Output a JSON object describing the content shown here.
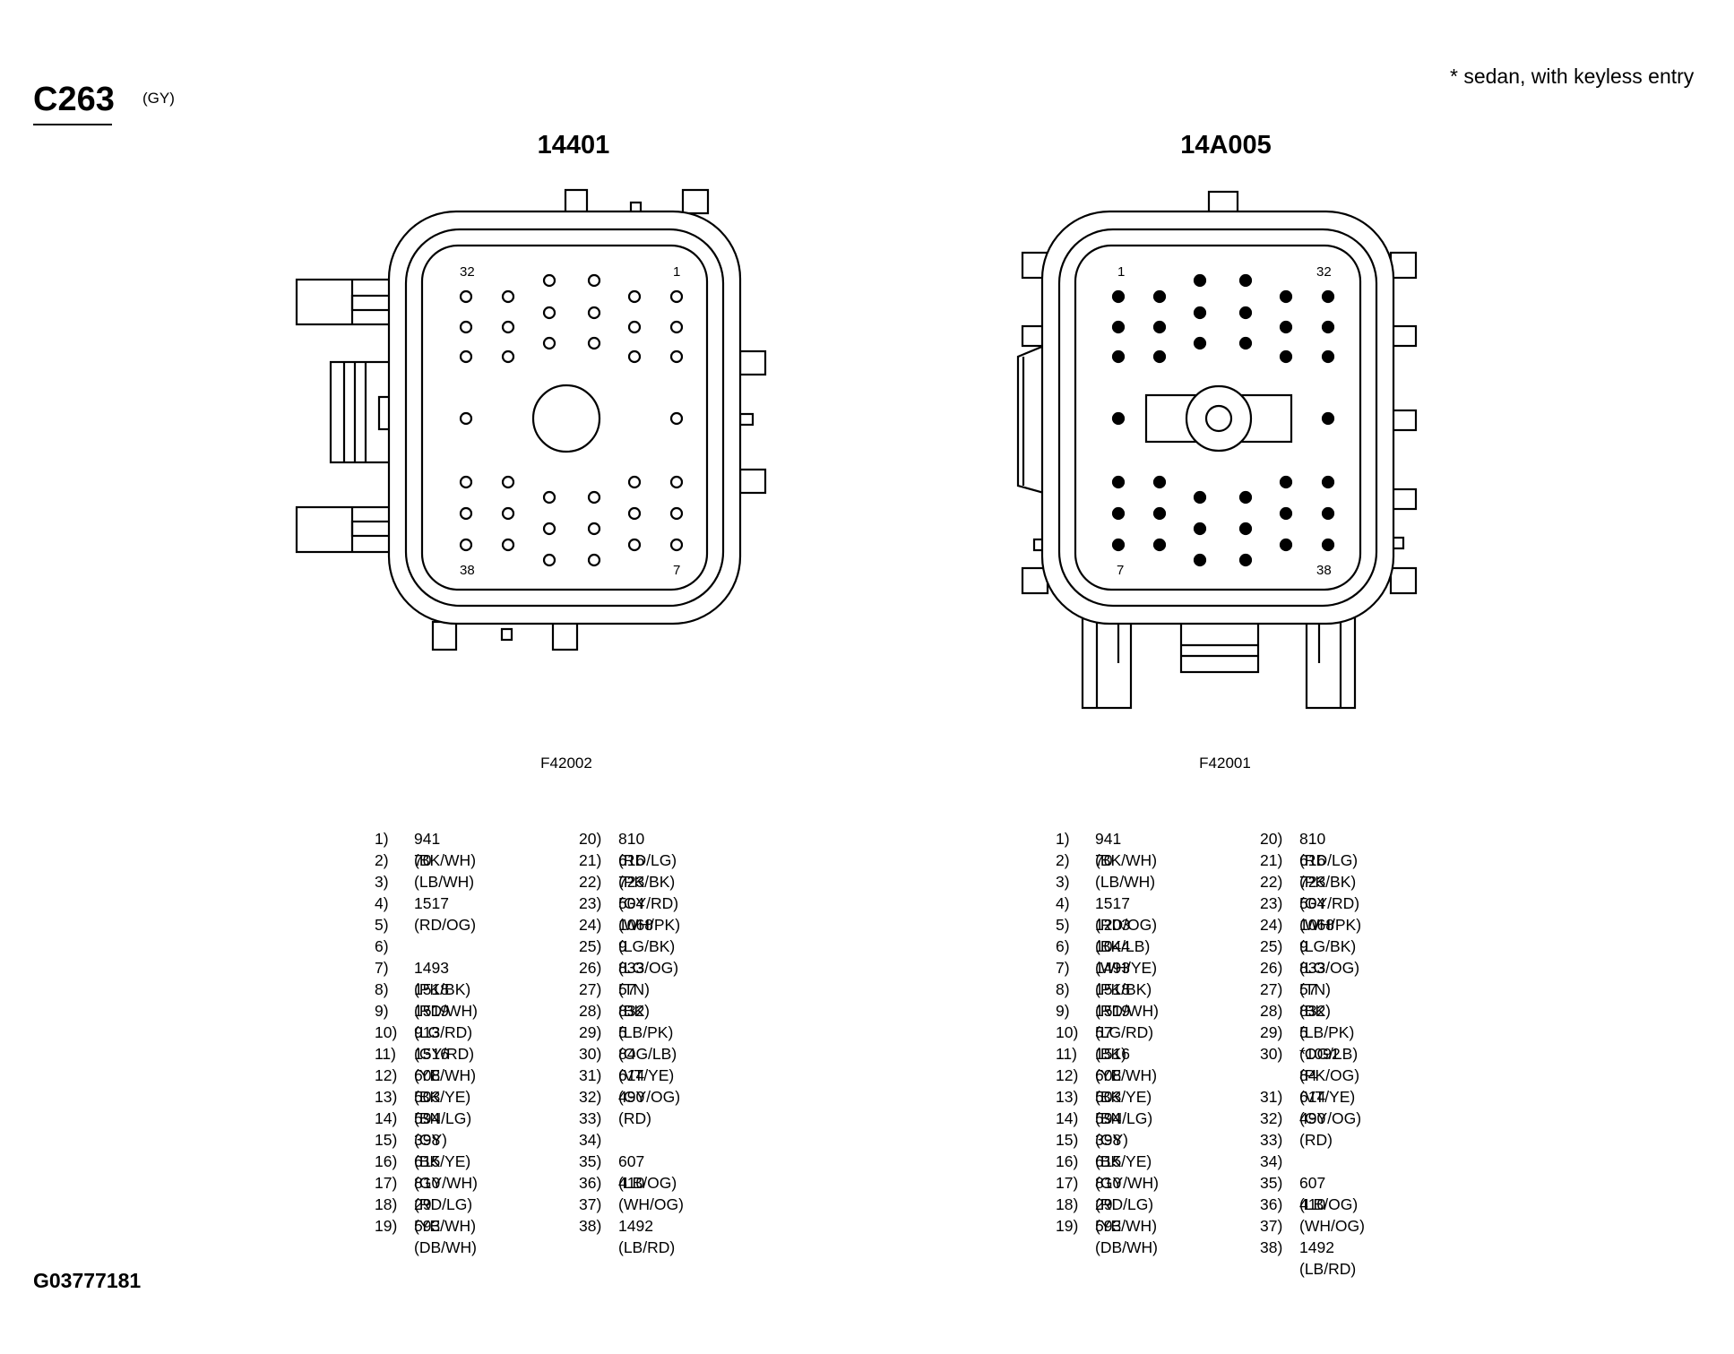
{
  "connector": {
    "id": "C263",
    "color": "(GY)"
  },
  "footnote": "* sedan, with keyless entry",
  "image_id": "G03777181",
  "views": [
    {
      "title": "14401",
      "fig_code": "F42002",
      "pin_label_tl": "32",
      "pin_label_tr": "1",
      "pin_label_bl": "38",
      "pin_label_br": "7",
      "pins_filled": false
    },
    {
      "title": "14A005",
      "fig_code": "F42001",
      "pin_label_tl": "1",
      "pin_label_tr": "32",
      "pin_label_bl": "7",
      "pin_label_br": "38",
      "pins_filled": true
    }
  ],
  "pinouts": [
    {
      "col1": [
        {
          "n": "1)",
          "w": "941 (BK/WH)"
        },
        {
          "n": "2)",
          "w": "70 (LB/WH)"
        },
        {
          "n": "3)",
          "w": ""
        },
        {
          "n": "4)",
          "w": "1517 (RD/OG)"
        },
        {
          "n": "5)",
          "w": ""
        },
        {
          "n": "6)",
          "w": ""
        },
        {
          "n": "7)",
          "w": "1493 (PK/BK)"
        },
        {
          "n": "8)",
          "w": "1518 (RD/WH)"
        },
        {
          "n": "9)",
          "w": "1519 (LG/RD)"
        },
        {
          "n": "10)",
          "w": "913 (GY/RD)"
        },
        {
          "n": "11)",
          "w": "1516 (YE/WH)"
        },
        {
          "n": "12)",
          "w": "608 (BK/YE)"
        },
        {
          "n": "13)",
          "w": "503 (BN/LG)"
        },
        {
          "n": "14)",
          "w": "594 (GY)"
        },
        {
          "n": "15)",
          "w": "398 (BK/YE)"
        },
        {
          "n": "16)",
          "w": "615 (GY/WH)"
        },
        {
          "n": "17)",
          "w": "810 (RD/LG)"
        },
        {
          "n": "18)",
          "w": "29 (YE/WH)"
        },
        {
          "n": "19)",
          "w": "593 (DB/WH)"
        }
      ],
      "col2": [
        {
          "n": "20)",
          "w": "810 (RD/LG)"
        },
        {
          "n": "21)",
          "w": "616 (PK/BK)"
        },
        {
          "n": "22)",
          "w": "723 (GY/RD)"
        },
        {
          "n": "23)",
          "w": "504 (WH/PK)"
        },
        {
          "n": "24)",
          "w": "1068 (LG/BK)"
        },
        {
          "n": "25)",
          "w": "9 (LG/OG)"
        },
        {
          "n": "26)",
          "w": "833 (TN)"
        },
        {
          "n": "27)",
          "w": "57 (BK)"
        },
        {
          "n": "28)",
          "w": "832 (LB/PK)"
        },
        {
          "n": "29)",
          "w": "5 (OG/LB)"
        },
        {
          "n": "30)",
          "w": "84 (VT/YE)"
        },
        {
          "n": "31)",
          "w": "614 (GY/OG)"
        },
        {
          "n": "32)",
          "w": "490 (RD)"
        },
        {
          "n": "33)",
          "w": ""
        },
        {
          "n": "34)",
          "w": ""
        },
        {
          "n": "35)",
          "w": "607 (LB/OG)"
        },
        {
          "n": "36)",
          "w": "410 (WH/OG)"
        },
        {
          "n": "37)",
          "w": ""
        },
        {
          "n": "38)",
          "w": "1492 (LB/RD)"
        }
      ]
    },
    {
      "col1": [
        {
          "n": "1)",
          "w": "941 (BK/WH)"
        },
        {
          "n": "2)",
          "w": "70 (LB/WH)"
        },
        {
          "n": "3)",
          "w": ""
        },
        {
          "n": "4)",
          "w": "1517 (RD/OG)"
        },
        {
          "n": "5)",
          "w": "1203 (BK/LB)"
        },
        {
          "n": "6)",
          "w": "1044 (WH/YE)"
        },
        {
          "n": "7)",
          "w": "1493 (PK/BK)"
        },
        {
          "n": "8)",
          "w": "1518 (RD/WH)"
        },
        {
          "n": "9)",
          "w": "1519 (LG/RD)"
        },
        {
          "n": "10)",
          "w": "57 (BK)"
        },
        {
          "n": "11)",
          "w": "1516 (YE/WH)"
        },
        {
          "n": "12)",
          "w": "608 (BK/YE)"
        },
        {
          "n": "13)",
          "w": "503 (BN/LG)"
        },
        {
          "n": "14)",
          "w": "594 (GY)"
        },
        {
          "n": "15)",
          "w": "398 (BK/YE)"
        },
        {
          "n": "16)",
          "w": "615 (GY/WH)"
        },
        {
          "n": "17)",
          "w": "810 (RD/LG)"
        },
        {
          "n": "18)",
          "w": "29 (YE/WH)"
        },
        {
          "n": "19)",
          "w": "593 (DB/WH)"
        }
      ],
      "col2": [
        {
          "n": "20)",
          "w": "810 (RD/LG)"
        },
        {
          "n": "21)",
          "w": "616 (PK/BK)"
        },
        {
          "n": "22)",
          "w": "723 (GY/RD)"
        },
        {
          "n": "23)",
          "w": "504 (WH/PK)"
        },
        {
          "n": "24)",
          "w": "1068 (LG/BK)"
        },
        {
          "n": "25)",
          "w": "9 (LG/OG)"
        },
        {
          "n": "26)",
          "w": "833 (TN)"
        },
        {
          "n": "27)",
          "w": "57 (BK)"
        },
        {
          "n": "28)",
          "w": "832 (LB/PK)"
        },
        {
          "n": "29)",
          "w": "5 (OG/LB)"
        },
        {
          "n": "30)",
          "w": "*1092 (PK/OG)"
        },
        {
          "n": "",
          "w": "84 (VT/YE)"
        },
        {
          "n": "31)",
          "w": "614 (GY/OG)"
        },
        {
          "n": "32)",
          "w": "490 (RD)"
        },
        {
          "n": "33)",
          "w": ""
        },
        {
          "n": "34)",
          "w": ""
        },
        {
          "n": "35)",
          "w": "607 (LB/OG)"
        },
        {
          "n": "36)",
          "w": "410 (WH/OG)"
        },
        {
          "n": "37)",
          "w": ""
        },
        {
          "n": "38)",
          "w": "1492 (LB/RD)"
        }
      ]
    }
  ]
}
